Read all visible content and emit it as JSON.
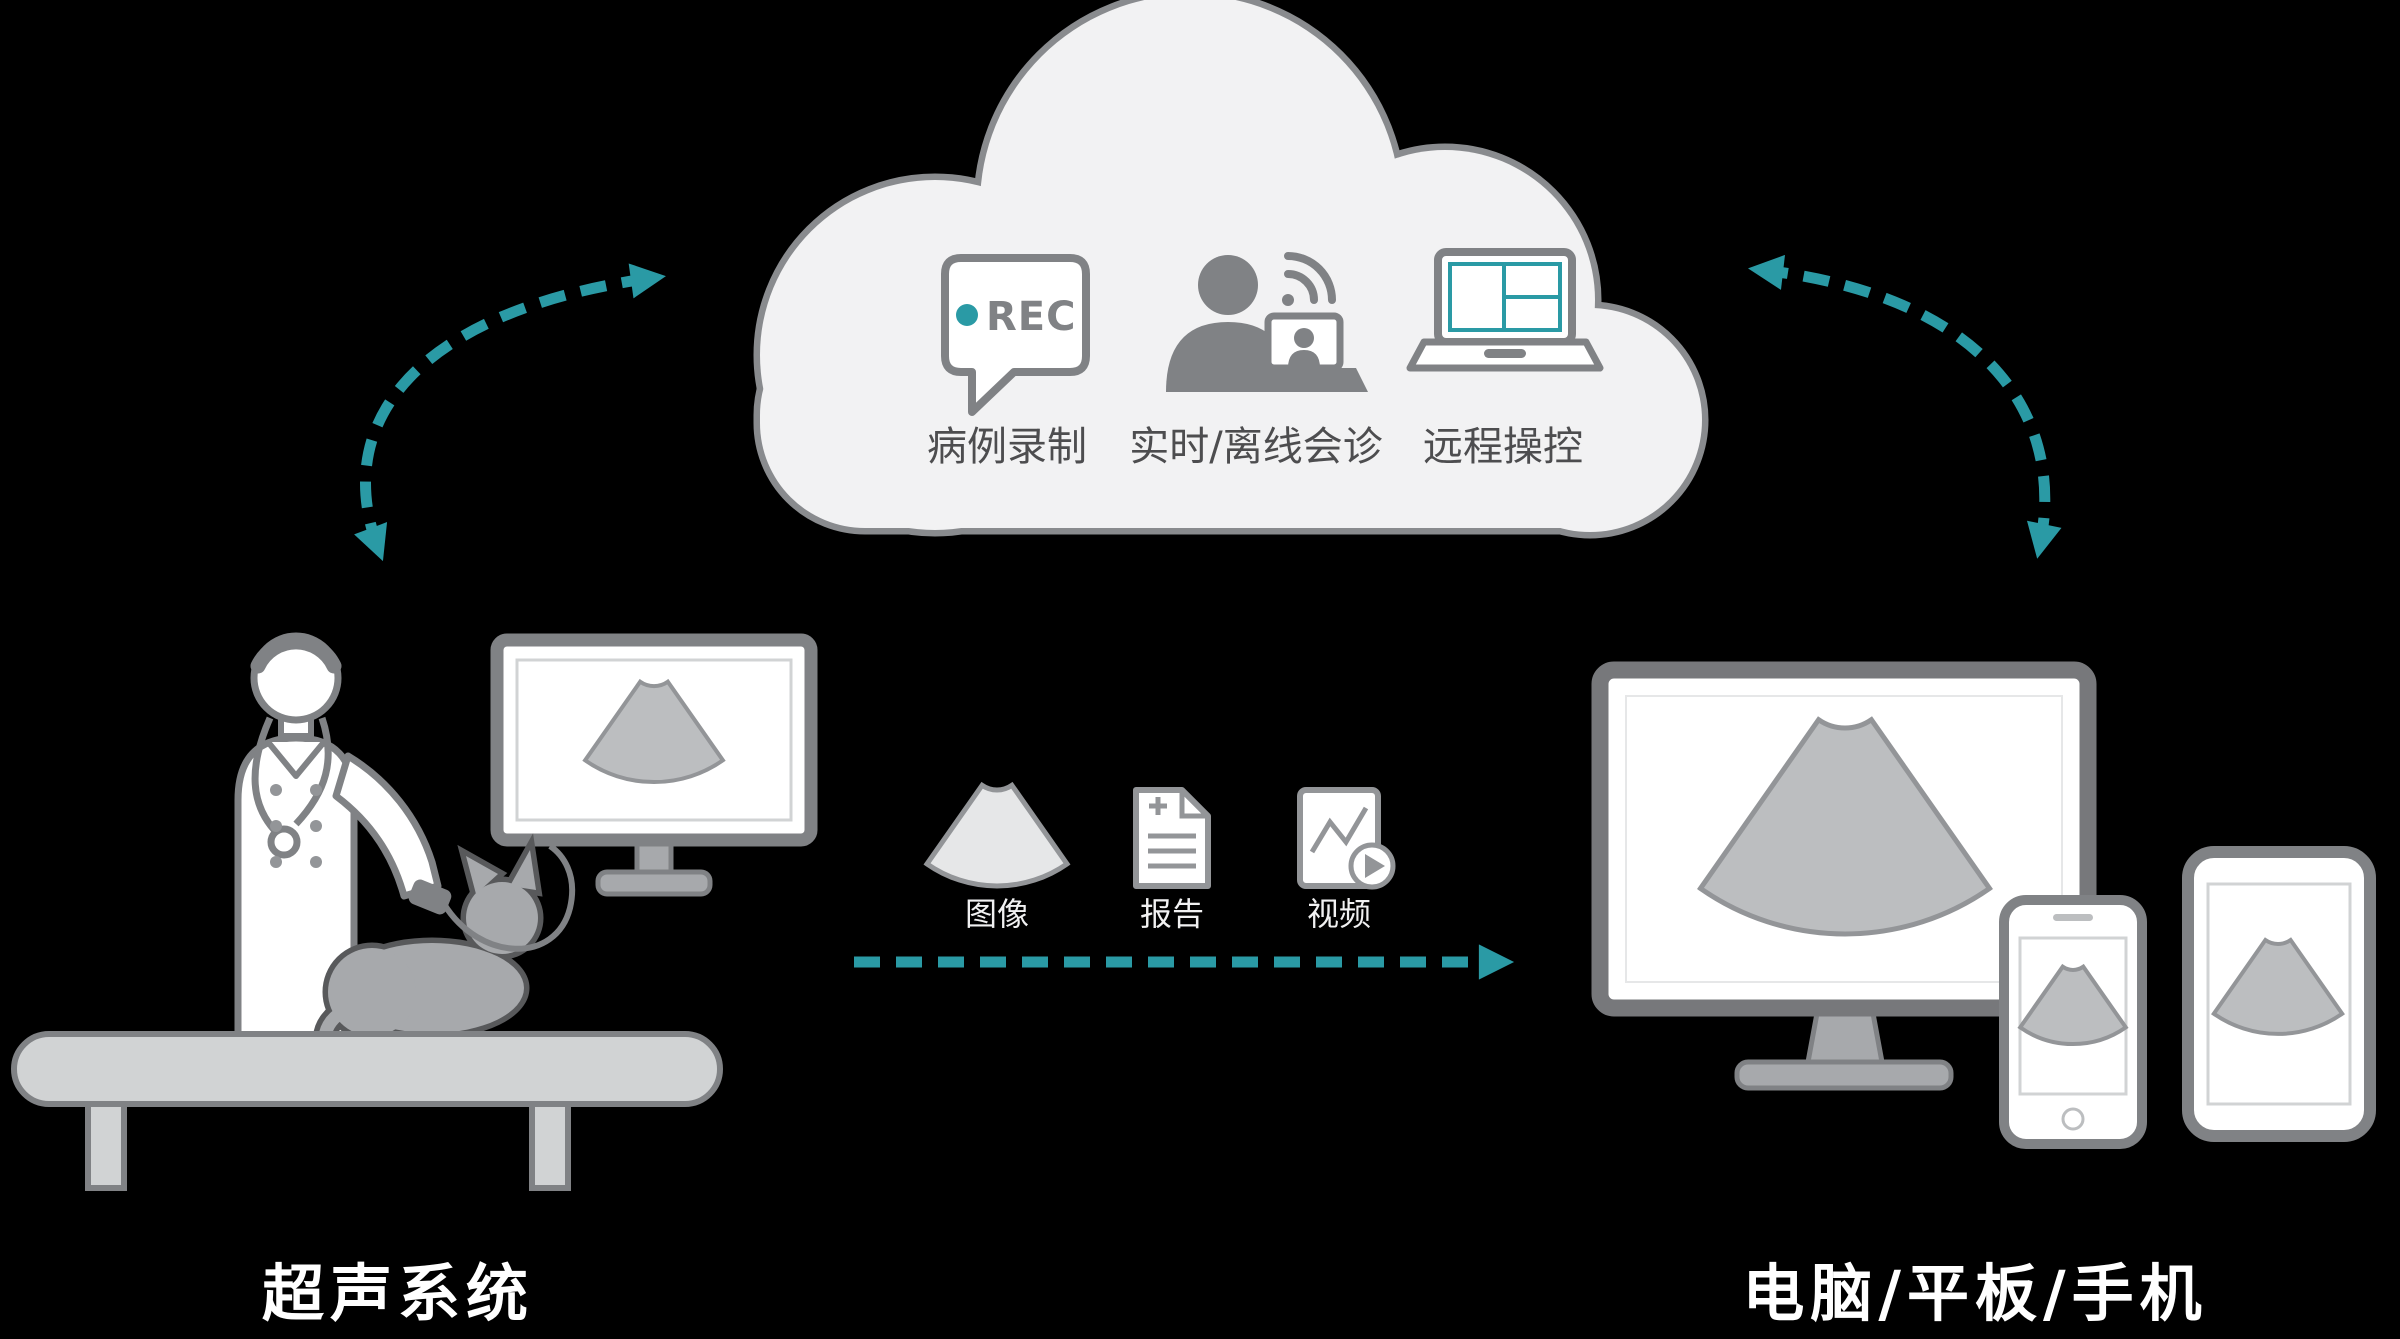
{
  "colors": {
    "background": "#000000",
    "teal_accent": "#2A9AA5",
    "outline_gray": "#808285",
    "cloud_fill": "#F2F2F3",
    "cloud_outline": "#898B8E",
    "light_gray": "#D1D3D4",
    "screen_fan_gray": "#BCBEC0",
    "cloud_text": "#4D4D4F",
    "label_white": "#FFFFFF"
  },
  "cloud": {
    "items": [
      {
        "icon": "rec-bubble-icon",
        "badge_text": "REC",
        "label": "病例录制"
      },
      {
        "icon": "consultation-icon",
        "label": "实时/离线会诊"
      },
      {
        "icon": "remote-control-icon",
        "label": "远程操控"
      }
    ]
  },
  "transfer": {
    "items": [
      {
        "icon": "ultrasound-image-icon",
        "label": "图像"
      },
      {
        "icon": "report-icon",
        "label": "报告"
      },
      {
        "icon": "video-icon",
        "label": "视频"
      }
    ]
  },
  "nodes": {
    "left_label": "超声系统",
    "right_label": "电脑/平板/手机"
  }
}
